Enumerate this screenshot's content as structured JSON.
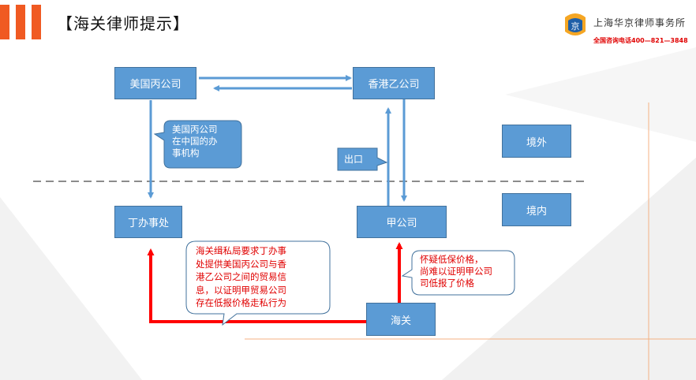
{
  "header": {
    "title": "【海关律师提示】",
    "logo_name": "上海华京律师事务所",
    "logo_hotline": "全国咨询电话400—821—3848",
    "logo_mark_text": "京"
  },
  "colors": {
    "accent": "#f05a22",
    "node_fill": "#5b9bd5",
    "node_border": "#41719c",
    "red_arrow": "#ff0000",
    "red_text": "#e00000",
    "divider": "#8c8c8c"
  },
  "nodes": {
    "us_company": "美国丙公司",
    "hk_company": "香港乙公司",
    "d_office": "丁办事处",
    "a_company": "甲公司",
    "customs": "海关",
    "overseas": "境外",
    "domestic": "境内"
  },
  "callouts": {
    "office_note": [
      "美国丙公司",
      "在中国的办",
      "事机构"
    ],
    "export_note": "出口",
    "customs_request": [
      "海关缉私局要求丁办事",
      "处提供美国丙公司与香",
      "港乙公司之间的贸易信",
      "息，以证明甲贸易公司",
      "存在低报价格走私行为"
    ],
    "suspicion_note": [
      "怀疑低保价格，",
      "尚难以证明甲公司",
      "司低报了价格"
    ]
  }
}
